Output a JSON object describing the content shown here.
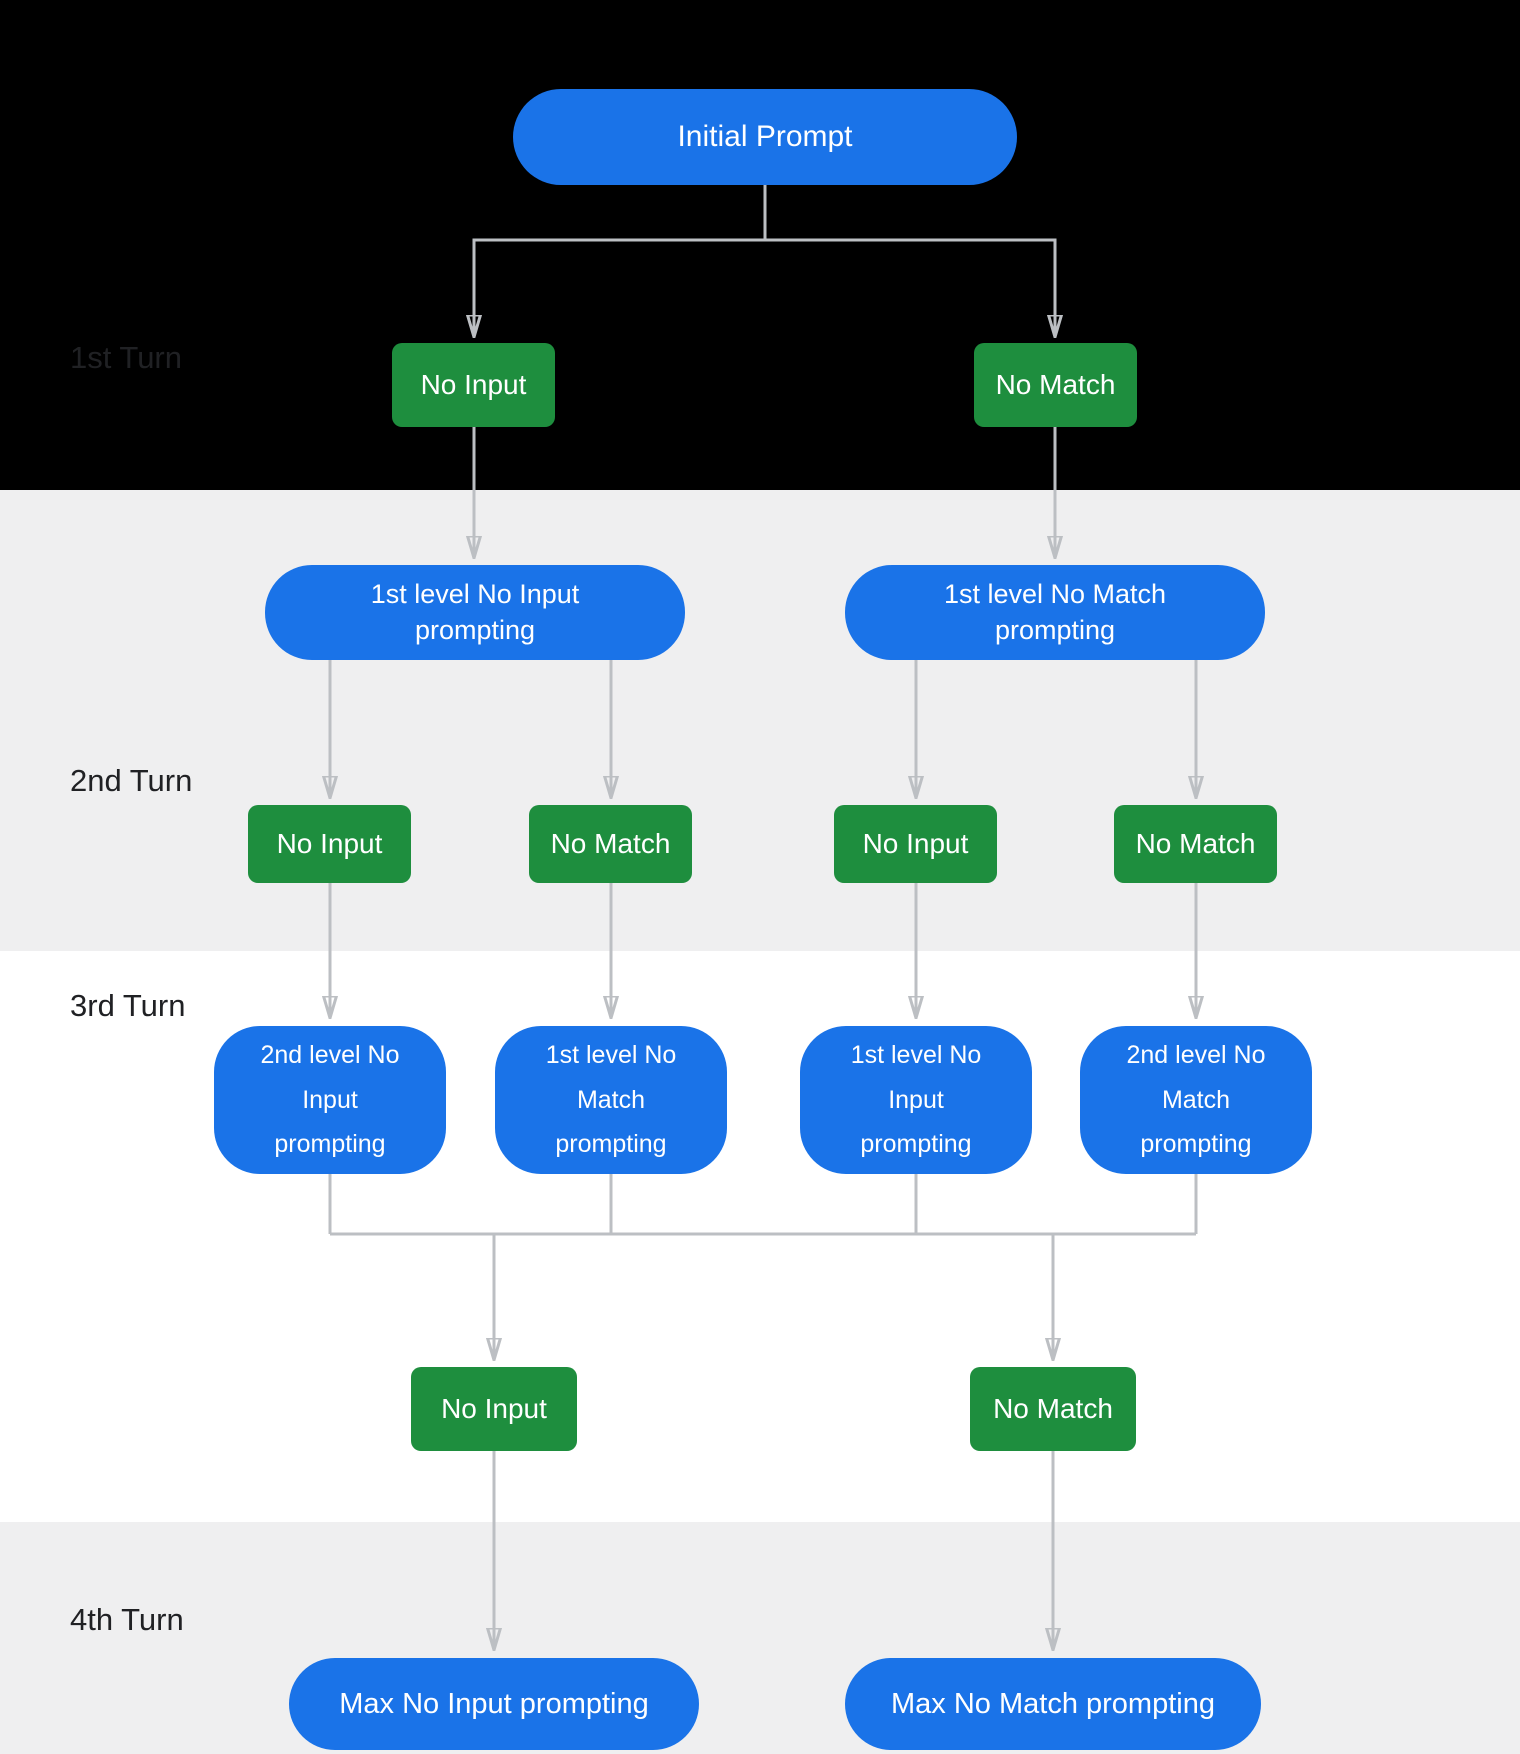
{
  "turn_labels": [
    "1st Turn",
    "2nd Turn",
    "3rd Turn",
    "4th Turn"
  ],
  "nodes": {
    "initial_prompt": "Initial Prompt",
    "turn1_events": [
      "No Input",
      "No Match"
    ],
    "level1_prompts": [
      "1st level No Input prompting",
      "1st level No Match prompting"
    ],
    "turn2_events": [
      "No Input",
      "No Match",
      "No Input",
      "No Match"
    ],
    "level2_prompts": [
      "2nd level No Input prompting",
      "1st level No Match prompting",
      "1st level No Input prompting",
      "2nd level No Match prompting"
    ],
    "turn3_events": [
      "No Input",
      "No Match"
    ],
    "max_prompts": [
      "Max No Input prompting",
      "Max No Match prompting"
    ]
  },
  "colors": {
    "blue": "#1a73e8",
    "green": "#1e8e3e",
    "line": "#bcbfc3",
    "arrow": "#b2b5ba",
    "bg_black": "#000000",
    "bg_gray": "#efeff0",
    "bg_white": "#ffffff",
    "label": "#202124"
  }
}
